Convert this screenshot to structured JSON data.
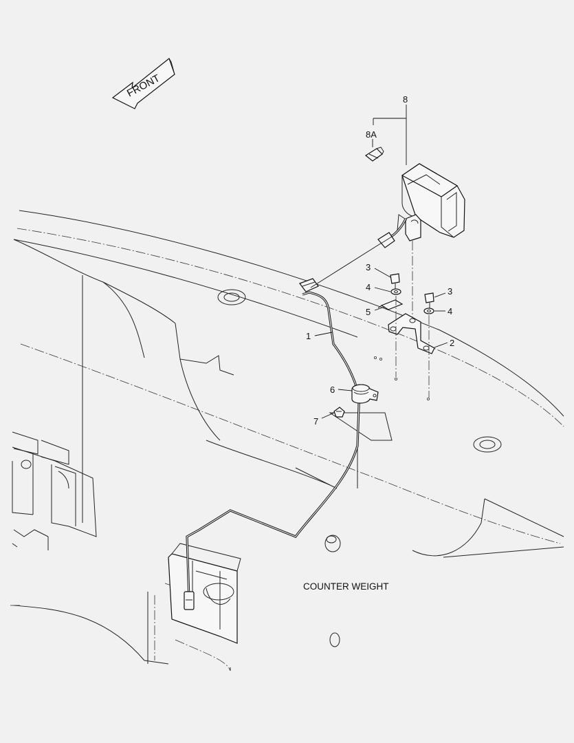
{
  "diagram": {
    "direction_label": "FRONT",
    "caption": "COUNTER WEIGHT",
    "callouts": [
      {
        "id": "c8",
        "label": "8"
      },
      {
        "id": "c8a",
        "label": "8A"
      },
      {
        "id": "c3a",
        "label": "3"
      },
      {
        "id": "c4a",
        "label": "4"
      },
      {
        "id": "c5",
        "label": "5"
      },
      {
        "id": "c3b",
        "label": "3"
      },
      {
        "id": "c4b",
        "label": "4"
      },
      {
        "id": "c2",
        "label": "2"
      },
      {
        "id": "c1",
        "label": "1"
      },
      {
        "id": "c6",
        "label": "6"
      },
      {
        "id": "c7",
        "label": "7"
      }
    ]
  }
}
